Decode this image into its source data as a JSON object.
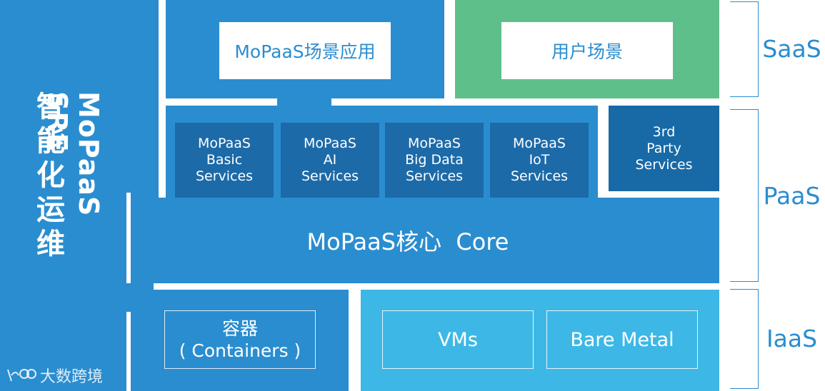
{
  "sre": {
    "title_en": "MoPaaS SRE",
    "title_zh": "智能化运维"
  },
  "saas": {
    "app_box": "MoPaaS场景应用",
    "user_box": "用户场景"
  },
  "paas": {
    "services": [
      "MoPaaS\nBasic\nServices",
      "MoPaaS\nAI\nServices",
      "MoPaaS\nBig Data\nServices",
      "MoPaaS\nIoT\nServices"
    ],
    "third_party": "3rd\nParty\nServices",
    "core": "MoPaaS核心  Core"
  },
  "iaas": {
    "containers_zh": "容器",
    "containers_en": "( Containers )",
    "vms": "VMs",
    "bare_metal": "Bare Metal"
  },
  "layers": {
    "saas": "SaaS",
    "paas": "PaaS",
    "iaas": "IaaS"
  },
  "watermark": "大数跨境",
  "colors": {
    "primary_blue": "#2a8dd0",
    "dark_blue": "#1d6aa8",
    "green": "#5fbf8a",
    "cyan": "#3db8e6"
  }
}
